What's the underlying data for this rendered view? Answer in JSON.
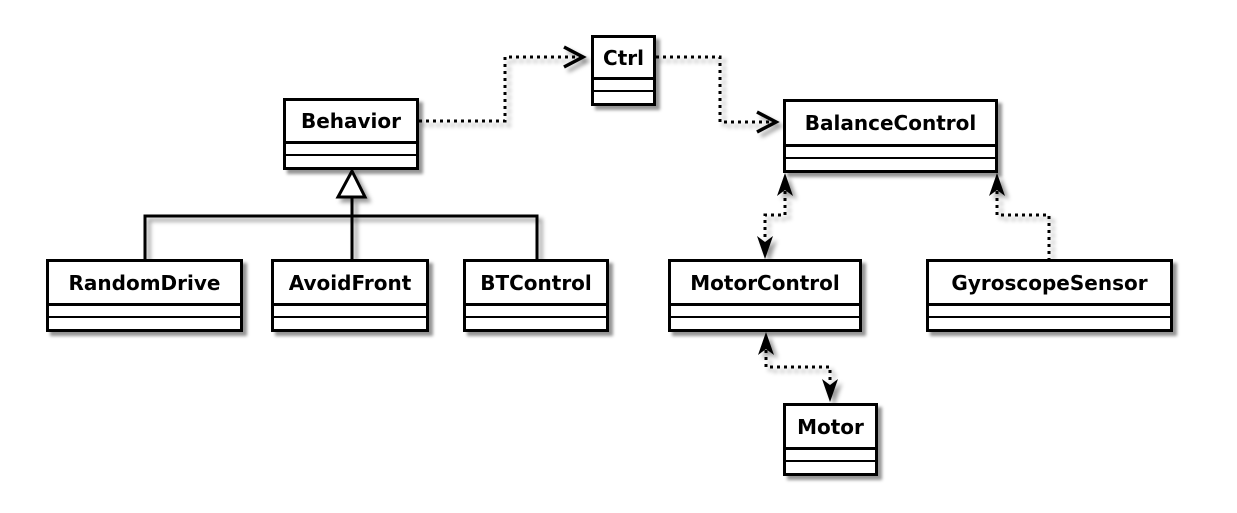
{
  "diagram": {
    "kind": "uml-class-diagram",
    "background_color": "#ffffff",
    "line_color": "#000000",
    "box_fill_color": "#ffffff",
    "shadow_color": "#999999"
  },
  "classes": [
    {
      "name": "Ctrl"
    },
    {
      "name": "Behavior"
    },
    {
      "name": "BalanceControl"
    },
    {
      "name": "RandomDrive"
    },
    {
      "name": "AvoidFront"
    },
    {
      "name": "BTControl"
    },
    {
      "name": "MotorControl"
    },
    {
      "name": "GyroscopeSensor"
    },
    {
      "name": "Motor"
    }
  ],
  "relationships": [
    {
      "from": "Behavior",
      "to": "Ctrl",
      "type": "dependency",
      "line": "dotted",
      "arrowheads": "open-at-Ctrl"
    },
    {
      "from": "Ctrl",
      "to": "BalanceControl",
      "type": "dependency",
      "line": "dotted",
      "arrowheads": "open-at-BalanceControl"
    },
    {
      "from": "MotorControl",
      "to": "BalanceControl",
      "type": "dependency",
      "line": "dotted",
      "arrowheads": "filled-both-ends"
    },
    {
      "from": "GyroscopeSensor",
      "to": "BalanceControl",
      "type": "dependency",
      "line": "dotted",
      "arrowheads": "filled-at-BalanceControl"
    },
    {
      "from": "Motor",
      "to": "MotorControl",
      "type": "dependency",
      "line": "dotted",
      "arrowheads": "filled-both-ends"
    },
    {
      "from": "RandomDrive",
      "to": "Behavior",
      "type": "generalization",
      "line": "solid",
      "arrowheads": "hollow-triangle-at-Behavior"
    },
    {
      "from": "AvoidFront",
      "to": "Behavior",
      "type": "generalization",
      "line": "solid",
      "arrowheads": "hollow-triangle-at-Behavior"
    },
    {
      "from": "BTControl",
      "to": "Behavior",
      "type": "generalization",
      "line": "solid",
      "arrowheads": "hollow-triangle-at-Behavior"
    }
  ]
}
